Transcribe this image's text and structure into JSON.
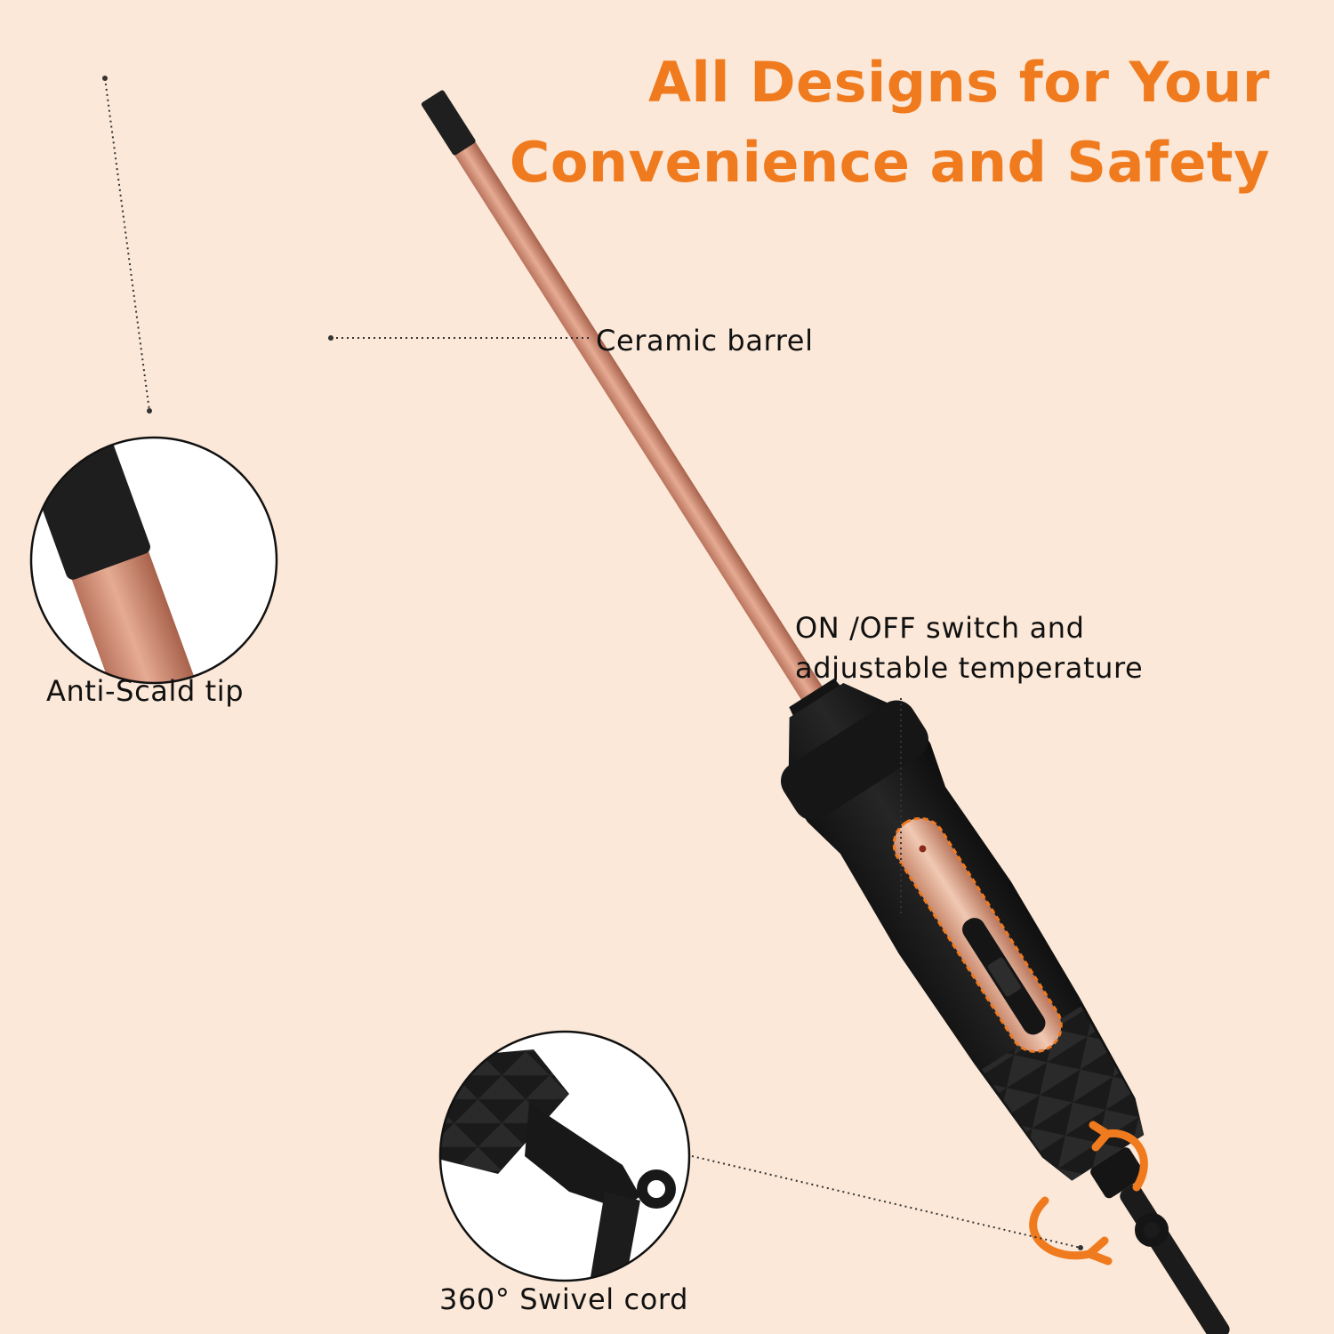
{
  "headline": {
    "line1": "All Designs for Your",
    "line2": "Convenience and Safety",
    "color": "#f07a1e"
  },
  "callouts": {
    "ceramic_barrel": "Ceramic barrel",
    "switch_line1": "ON /OFF switch and",
    "switch_line2": "adjustable temperature",
    "anti_scald_tip": "Anti-Scald tip",
    "swivel_cord": "360° Swivel cord"
  },
  "colors": {
    "background": "#fbe8d8",
    "barrel": "#d9977e",
    "body": "#1c1c1c",
    "accent": "#f07a1e"
  },
  "icons": [
    "curling-wand-image",
    "rotate-arrows-icon"
  ]
}
